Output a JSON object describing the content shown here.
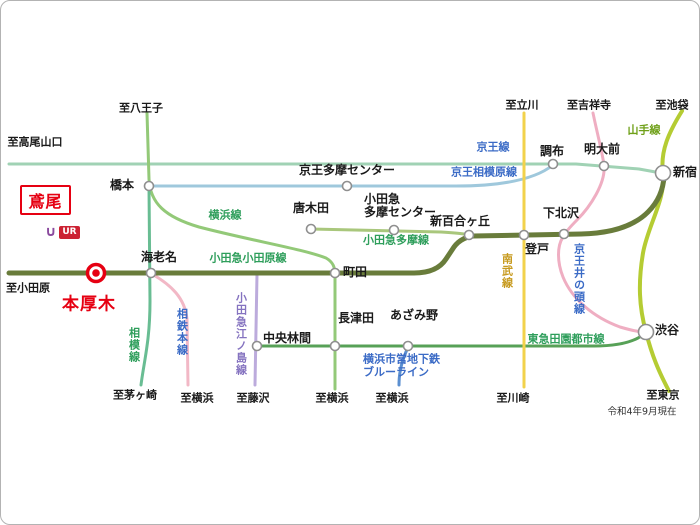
{
  "note": "令和4年9月現在",
  "highlight": {
    "place": "鳶尾",
    "station": "本厚木",
    "ur_mark": "∪",
    "ur_logo": "UR",
    "color": "#e60012"
  },
  "edge_labels": {
    "hachioji": "至八王子",
    "tachikawa": "至立川",
    "kichijoji": "至吉祥寺",
    "ikebukuro": "至池袋",
    "takaosanguchi": "至高尾山口",
    "odawara": "至小田原",
    "chigasaki": "至茅ヶ崎",
    "yokohama_sotetsu": "至横浜",
    "fujisawa": "至藤沢",
    "yokohama_jr": "至横浜",
    "yokohama_blue": "至横浜",
    "kawasaki": "至川崎",
    "tokyo": "至東京"
  },
  "stations": {
    "hashimoto": "橋本",
    "keio_tama_center": "京王多摩センター",
    "chofu": "調布",
    "meidaimae": "明大前",
    "shinjuku": "新宿",
    "karakida": "唐木田",
    "odakyu_tama_center_1": "小田急",
    "odakyu_tama_center_2": "多摩センター",
    "shin_yurigaoka": "新百合ヶ丘",
    "shimokitazawa": "下北沢",
    "noborito": "登戸",
    "ebina": "海老名",
    "machida": "町田",
    "chuo_rinkan": "中央林間",
    "nagatsuta": "長津田",
    "azamino": "あざみ野",
    "shibuya": "渋谷"
  },
  "lines": {
    "yokohama": {
      "name": "横浜線",
      "color": "#93c978",
      "label_color": "#2e9e5b"
    },
    "sagami": {
      "name": "相模線",
      "color": "#69bd93",
      "label_color": "#2e9e5b"
    },
    "sotetsu": {
      "name": "相鉄本線",
      "color": "#f2b8c6",
      "label_color": "#3b6bc6"
    },
    "enoshima": {
      "name": "小田急江ノ島線",
      "color": "#bcabdc",
      "label_color": "#8573c0"
    },
    "keio": {
      "name": "京王線",
      "color": "#a0d2b4",
      "label_color": "#3b6bc6"
    },
    "keio_sagamihara": {
      "name": "京王相模原線",
      "color": "#9fc8dc",
      "label_color": "#3b6bc6"
    },
    "odakyu": {
      "name": "小田急小田原線",
      "color": "#697c3b",
      "label_color": "#2e9e5b"
    },
    "odakyu_tama": {
      "name": "小田急多摩線",
      "color": "#a9c77c",
      "label_color": "#2e9e5b"
    },
    "dentoshi": {
      "name": "東急田園都市線",
      "color": "#57a157",
      "label_color": "#2e9e5b"
    },
    "blue_line": {
      "name1": "横浜市営地下鉄",
      "name2": "ブルーライン",
      "color": "#5b8fd0",
      "label_color": "#3b6bc6"
    },
    "nambu": {
      "name": "南武線",
      "color": "#f2d24b",
      "label_color": "#c79a1e"
    },
    "inokashira": {
      "name": "京王井の頭線",
      "color": "#efaec2",
      "label_color": "#3b6bc6"
    },
    "yamanote": {
      "name": "山手線",
      "color": "#b5cc33",
      "label_color": "#6fa019"
    }
  }
}
